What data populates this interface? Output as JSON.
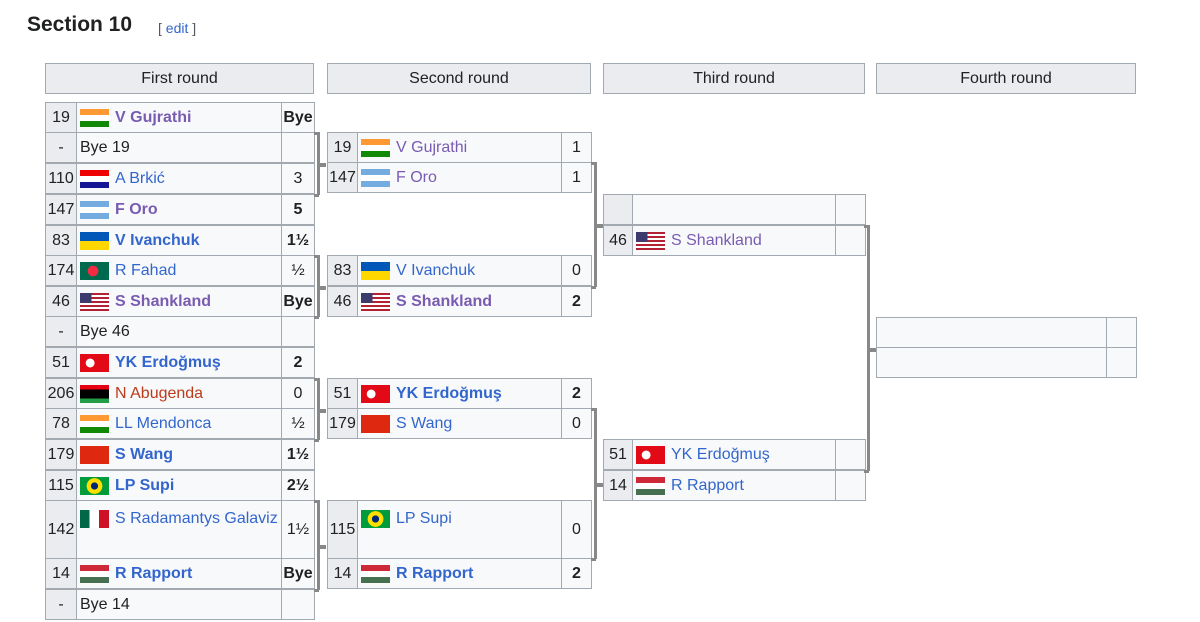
{
  "section": {
    "title": "Section 10",
    "edit_open": "[",
    "edit_label": "edit",
    "edit_close": "]"
  },
  "colors": {
    "link": "#3366cc",
    "visited": "#795cb2",
    "redlink": "#ba3a1a",
    "cell_bg": "#f8f9fa",
    "seed_bg": "#eaecf0",
    "border": "#a2a9b1"
  },
  "rounds": [
    {
      "label": "First round",
      "entries": [
        {
          "seed": "19",
          "flag": "in",
          "name": "V Gujrathi",
          "score": "Bye",
          "bold": true,
          "link": "vis"
        },
        {
          "seed": "-",
          "flag": "",
          "name": "Bye 19",
          "score": "",
          "bold": false,
          "link": ""
        },
        {
          "seed": "110",
          "flag": "hr",
          "name": "A Brkić",
          "score": "3",
          "bold": false,
          "link": "lk"
        },
        {
          "seed": "147",
          "flag": "ar",
          "name": "F Oro",
          "score": "5",
          "bold": true,
          "link": "vis"
        },
        {
          "seed": "83",
          "flag": "ua",
          "name": "V Ivanchuk",
          "score": "1½",
          "bold": true,
          "link": "lk"
        },
        {
          "seed": "174",
          "flag": "bd",
          "name": "R Fahad",
          "score": "½",
          "bold": false,
          "link": "lk"
        },
        {
          "seed": "46",
          "flag": "us",
          "name": "S Shankland",
          "score": "Bye",
          "bold": true,
          "link": "vis"
        },
        {
          "seed": "-",
          "flag": "",
          "name": "Bye 46",
          "score": "",
          "bold": false,
          "link": ""
        },
        {
          "seed": "51",
          "flag": "tr",
          "name": "YK Erdoğmuş",
          "score": "2",
          "bold": true,
          "link": "lk"
        },
        {
          "seed": "206",
          "flag": "ly",
          "name": "N Abugenda",
          "score": "0",
          "bold": false,
          "link": "red"
        },
        {
          "seed": "78",
          "flag": "in",
          "name": "LL Mendonca",
          "score": "½",
          "bold": false,
          "link": "lk"
        },
        {
          "seed": "179",
          "flag": "cn",
          "name": "S Wang",
          "score": "1½",
          "bold": true,
          "link": "lk"
        },
        {
          "seed": "115",
          "flag": "br",
          "name": "LP Supi",
          "score": "2½",
          "bold": true,
          "link": "lk"
        },
        {
          "seed": "142",
          "flag": "mx",
          "name": "S Radamantys Galaviz",
          "score": "1½",
          "bold": false,
          "link": "lk"
        },
        {
          "seed": "14",
          "flag": "hu",
          "name": "R Rapport",
          "score": "Bye",
          "bold": true,
          "link": "lk"
        },
        {
          "seed": "-",
          "flag": "",
          "name": "Bye 14",
          "score": "",
          "bold": false,
          "link": ""
        }
      ]
    },
    {
      "label": "Second round",
      "entries": [
        {
          "seed": "19",
          "flag": "in",
          "name": "V Gujrathi",
          "score": "1",
          "bold": false,
          "link": "vis"
        },
        {
          "seed": "147",
          "flag": "ar",
          "name": "F Oro",
          "score": "1",
          "bold": false,
          "link": "vis"
        },
        {
          "seed": "83",
          "flag": "ua",
          "name": "V Ivanchuk",
          "score": "0",
          "bold": false,
          "link": "lk"
        },
        {
          "seed": "46",
          "flag": "us",
          "name": "S Shankland",
          "score": "2",
          "bold": true,
          "link": "vis"
        },
        {
          "seed": "51",
          "flag": "tr",
          "name": "YK Erdoğmuş",
          "score": "2",
          "bold": true,
          "link": "lk"
        },
        {
          "seed": "179",
          "flag": "cn",
          "name": "S Wang",
          "score": "0",
          "bold": false,
          "link": "lk"
        },
        {
          "seed": "115",
          "flag": "br",
          "name": "LP Supi",
          "score": "0",
          "bold": false,
          "link": "lk"
        },
        {
          "seed": "14",
          "flag": "hu",
          "name": "R Rapport",
          "score": "2",
          "bold": true,
          "link": "lk"
        }
      ]
    },
    {
      "label": "Third round",
      "entries": [
        {
          "seed": "",
          "flag": "",
          "name": "",
          "score": "",
          "bold": false,
          "link": ""
        },
        {
          "seed": "46",
          "flag": "us",
          "name": "S Shankland",
          "score": "",
          "bold": false,
          "link": "vis"
        },
        {
          "seed": "51",
          "flag": "tr",
          "name": "YK Erdoğmuş",
          "score": "",
          "bold": false,
          "link": "lk"
        },
        {
          "seed": "14",
          "flag": "hu",
          "name": "R Rapport",
          "score": "",
          "bold": false,
          "link": "lk"
        }
      ]
    },
    {
      "label": "Fourth round",
      "entries": [
        {
          "seed": "",
          "flag": "",
          "name": "",
          "score": "",
          "bold": false,
          "link": ""
        },
        {
          "seed": "",
          "flag": "",
          "name": "",
          "score": "",
          "bold": false,
          "link": ""
        }
      ]
    }
  ]
}
